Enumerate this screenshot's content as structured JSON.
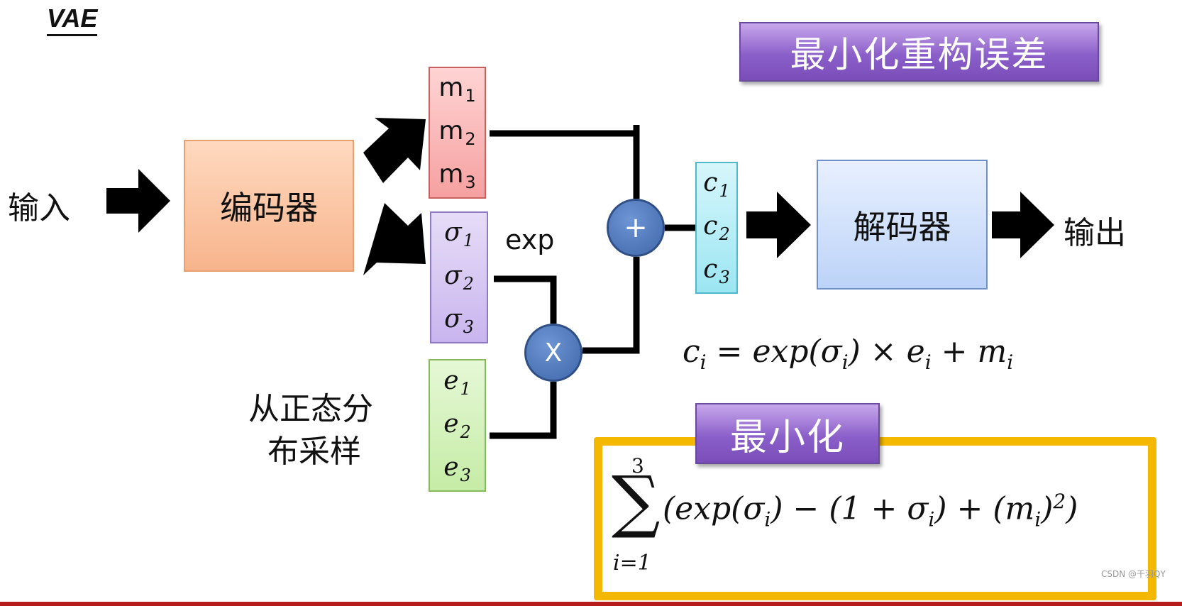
{
  "title": "VAE",
  "input_label": "输入",
  "output_label": "输出",
  "encoder_label": "编码器",
  "decoder_label": "解码器",
  "exp_label": "exp",
  "sampling_label_line1": "从正态分",
  "sampling_label_line2": "布采样",
  "minimize_recon_label": "最小化重构误差",
  "minimize_label": "最小化",
  "m_vector": [
    "m",
    "m",
    "m"
  ],
  "sigma_vector": [
    "σ",
    "σ",
    "σ"
  ],
  "e_vector": [
    "e",
    "e",
    "e"
  ],
  "c_vector": [
    "c",
    "c",
    "c"
  ],
  "indices": [
    "1",
    "2",
    "3"
  ],
  "plus_op": "+",
  "times_op": "X",
  "formula_c": {
    "lhs": "c",
    "lhs_sub": "i",
    "rhs_a": " = exp(σ",
    "rhs_a_sub": "i",
    "rhs_b": ") × e",
    "rhs_b_sub": "i",
    "rhs_c": " + m",
    "rhs_c_sub": "i"
  },
  "formula_sum": {
    "sigma": "∑",
    "upper": "3",
    "lower": "i=1",
    "part1": "(exp(σ",
    "sub1": "i",
    "part2": ") − (1 + σ",
    "sub2": "i",
    "part3": ") + (m",
    "sub3": "i",
    "part4": ")",
    "power": "2",
    "part5": ")"
  },
  "watermark": "CSDN @千羽QY",
  "colors": {
    "encoder": "#f7b48c",
    "decoder": "#bcd3f8",
    "m_vector": "#f6a0a0",
    "sigma_vector": "#c9b5ee",
    "e_vector": "#c5eca6",
    "c_vector": "#9be6f2",
    "operator": "#4a72b8",
    "banner": "#8b5fc9",
    "formula_border": "#f5b800",
    "bottom_bar": "#b71c1c"
  }
}
